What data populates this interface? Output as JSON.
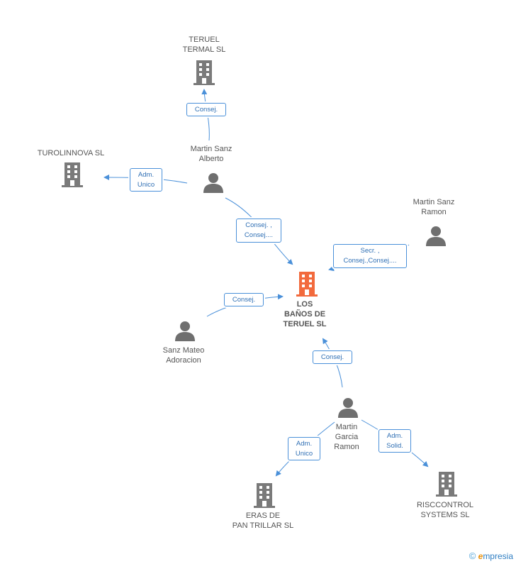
{
  "nodes": {
    "teruel_termal": {
      "label": "TERUEL\nTERMAL SL",
      "type": "company"
    },
    "turolinnova": {
      "label": "TUROLINNOVA SL",
      "type": "company"
    },
    "martin_sanz_alberto": {
      "label": "Martin Sanz\nAlberto",
      "type": "person"
    },
    "martin_sanz_ramon": {
      "label": "Martin Sanz\nRamon",
      "type": "person"
    },
    "los_banos": {
      "label": "LOS\nBAÑOS DE\nTERUEL  SL",
      "type": "company-main"
    },
    "sanz_mateo": {
      "label": "Sanz Mateo\nAdoracion",
      "type": "person"
    },
    "martin_garcia_ramon": {
      "label": "Martin\nGarcia\nRamon",
      "type": "person"
    },
    "eras_de_pan": {
      "label": "ERAS DE\nPAN TRILLAR SL",
      "type": "company"
    },
    "risccontrol": {
      "label": "RISCCONTROL\nSYSTEMS SL",
      "type": "company"
    }
  },
  "edges": {
    "alberto_teruel": "Consej.",
    "alberto_turolinnova": "Adm.\nUnico",
    "alberto_banos": "Consej. ,\nConsej....",
    "ramon_banos": "Secr. ,\nConsej.,Consej....",
    "adoracion_banos": "Consej.",
    "garcia_banos": "Consej.",
    "garcia_eras": "Adm.\nUnico",
    "garcia_risc": "Adm.\nSolid."
  },
  "colors": {
    "company": "#7a7a7a",
    "main_company": "#f26a3d",
    "person": "#6f6f6f",
    "edge": "#4a90d9"
  },
  "logo": {
    "symbol": "©",
    "brand_initial": "e",
    "brand_rest": "mpresia"
  }
}
